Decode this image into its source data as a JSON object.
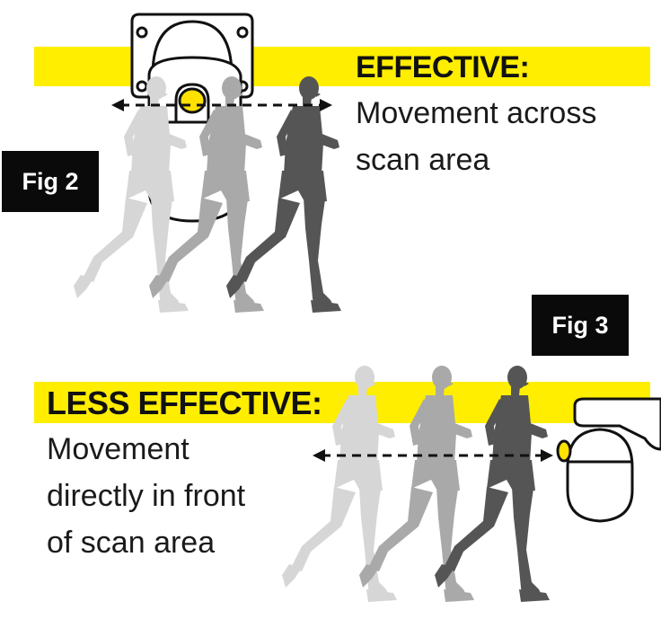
{
  "fig2": {
    "label": "Fig 2",
    "heading": "EFFECTIVE:",
    "description_lines": [
      "Movement across",
      "scan area"
    ]
  },
  "fig3": {
    "label": "Fig 3",
    "heading": "LESS EFFECTIVE:",
    "description_lines": [
      "Movement",
      "directly in front",
      "of scan area"
    ]
  },
  "colors": {
    "highlight_band": "#ffee00",
    "sensor_lens": "#ffe100",
    "runner_light": "#d6d6d6",
    "runner_mid": "#a9a9a9",
    "runner_dark": "#555555"
  }
}
